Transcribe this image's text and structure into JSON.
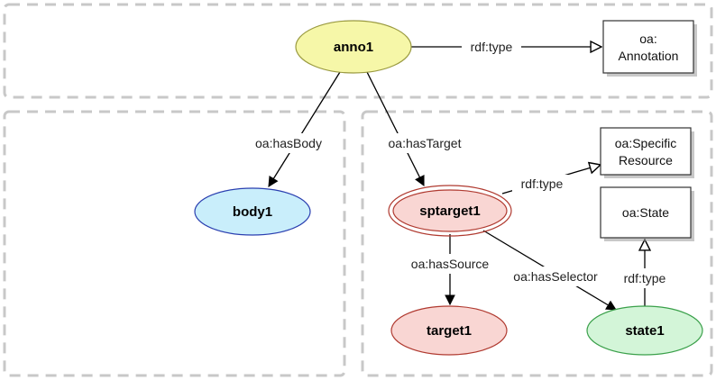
{
  "nodes": {
    "anno1": {
      "label": "anno1",
      "fill": "#f6f7a8",
      "stroke": "#9a9a40"
    },
    "body1": {
      "label": "body1",
      "fill": "#c9eefb",
      "stroke": "#2a3fb0"
    },
    "sptarget1": {
      "label": "sptarget1",
      "fill": "#f9d6d3",
      "stroke": "#b03a30"
    },
    "target1": {
      "label": "target1",
      "fill": "#f9d6d3",
      "stroke": "#b03a30"
    },
    "state1": {
      "label": "state1",
      "fill": "#d3f5d8",
      "stroke": "#3aa04a"
    }
  },
  "classes": {
    "annotation": {
      "line1": "oa:",
      "line2": "Annotation"
    },
    "specific_resource": {
      "line1": "oa:Specific",
      "line2": "Resource"
    },
    "state": {
      "line1": "oa:State"
    }
  },
  "edges": {
    "anno1_type": "rdf:type",
    "has_body": "oa:hasBody",
    "has_target": "oa:hasTarget",
    "sptarget_type": "rdf:type",
    "has_source": "oa:hasSource",
    "has_selector": "oa:hasSelector",
    "state_type": "rdf:type"
  }
}
